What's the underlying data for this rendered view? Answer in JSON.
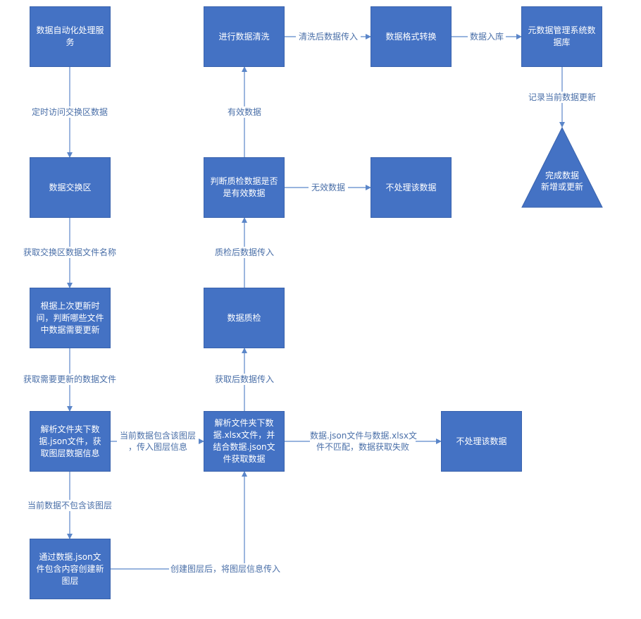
{
  "nodes": {
    "auto_service": "数据自动化处理服务",
    "exchange_area": "数据交换区",
    "judge_update": "根据上次更新时间，判断哪些文件中数据需要更新",
    "parse_json": "解析文件夹下数据.json文件，获取图层数据信息",
    "create_layer": "通过数据.json文件包含内容创建新图层",
    "parse_xlsx": "解析文件夹下数据.xlsx文件，并结合数据.json文件获取数据",
    "quality_check": "数据质检",
    "judge_valid": "判断质检数据是否是有效数据",
    "data_clean": "进行数据清洗",
    "format_convert": "数据格式转换",
    "meta_db": "元数据管理系统数据库",
    "no_process_1": "不处理该数据",
    "no_process_2": "不处理该数据",
    "complete_line1": "完成数据",
    "complete_line2": "新增或更新"
  },
  "edges": {
    "timed_access": "定时访问交换区数据",
    "get_filenames": "获取交换区数据文件名称",
    "get_update_files": "获取需要更新的数据文件",
    "not_contain_layer": "当前数据不包含该图层",
    "contain_layer_line1": "当前数据包含该图层",
    "contain_layer_line2": "，传入图层信息",
    "after_create": "创建图层后，将图层信息传入",
    "mismatch_line1": "数据.json文件与数据.xlsx文",
    "mismatch_line2": "件不匹配，数据获取失败",
    "after_get": "获取后数据传入",
    "after_check": "质检后数据传入",
    "invalid": "无效数据",
    "valid": "有效数据",
    "after_clean": "清洗后数据传入",
    "to_db": "数据入库",
    "record_update": "记录当前数据更新"
  },
  "colors": {
    "box_fill": "#4472c4",
    "connector": "#5b86c9",
    "label_text": "#4a6fa8"
  }
}
